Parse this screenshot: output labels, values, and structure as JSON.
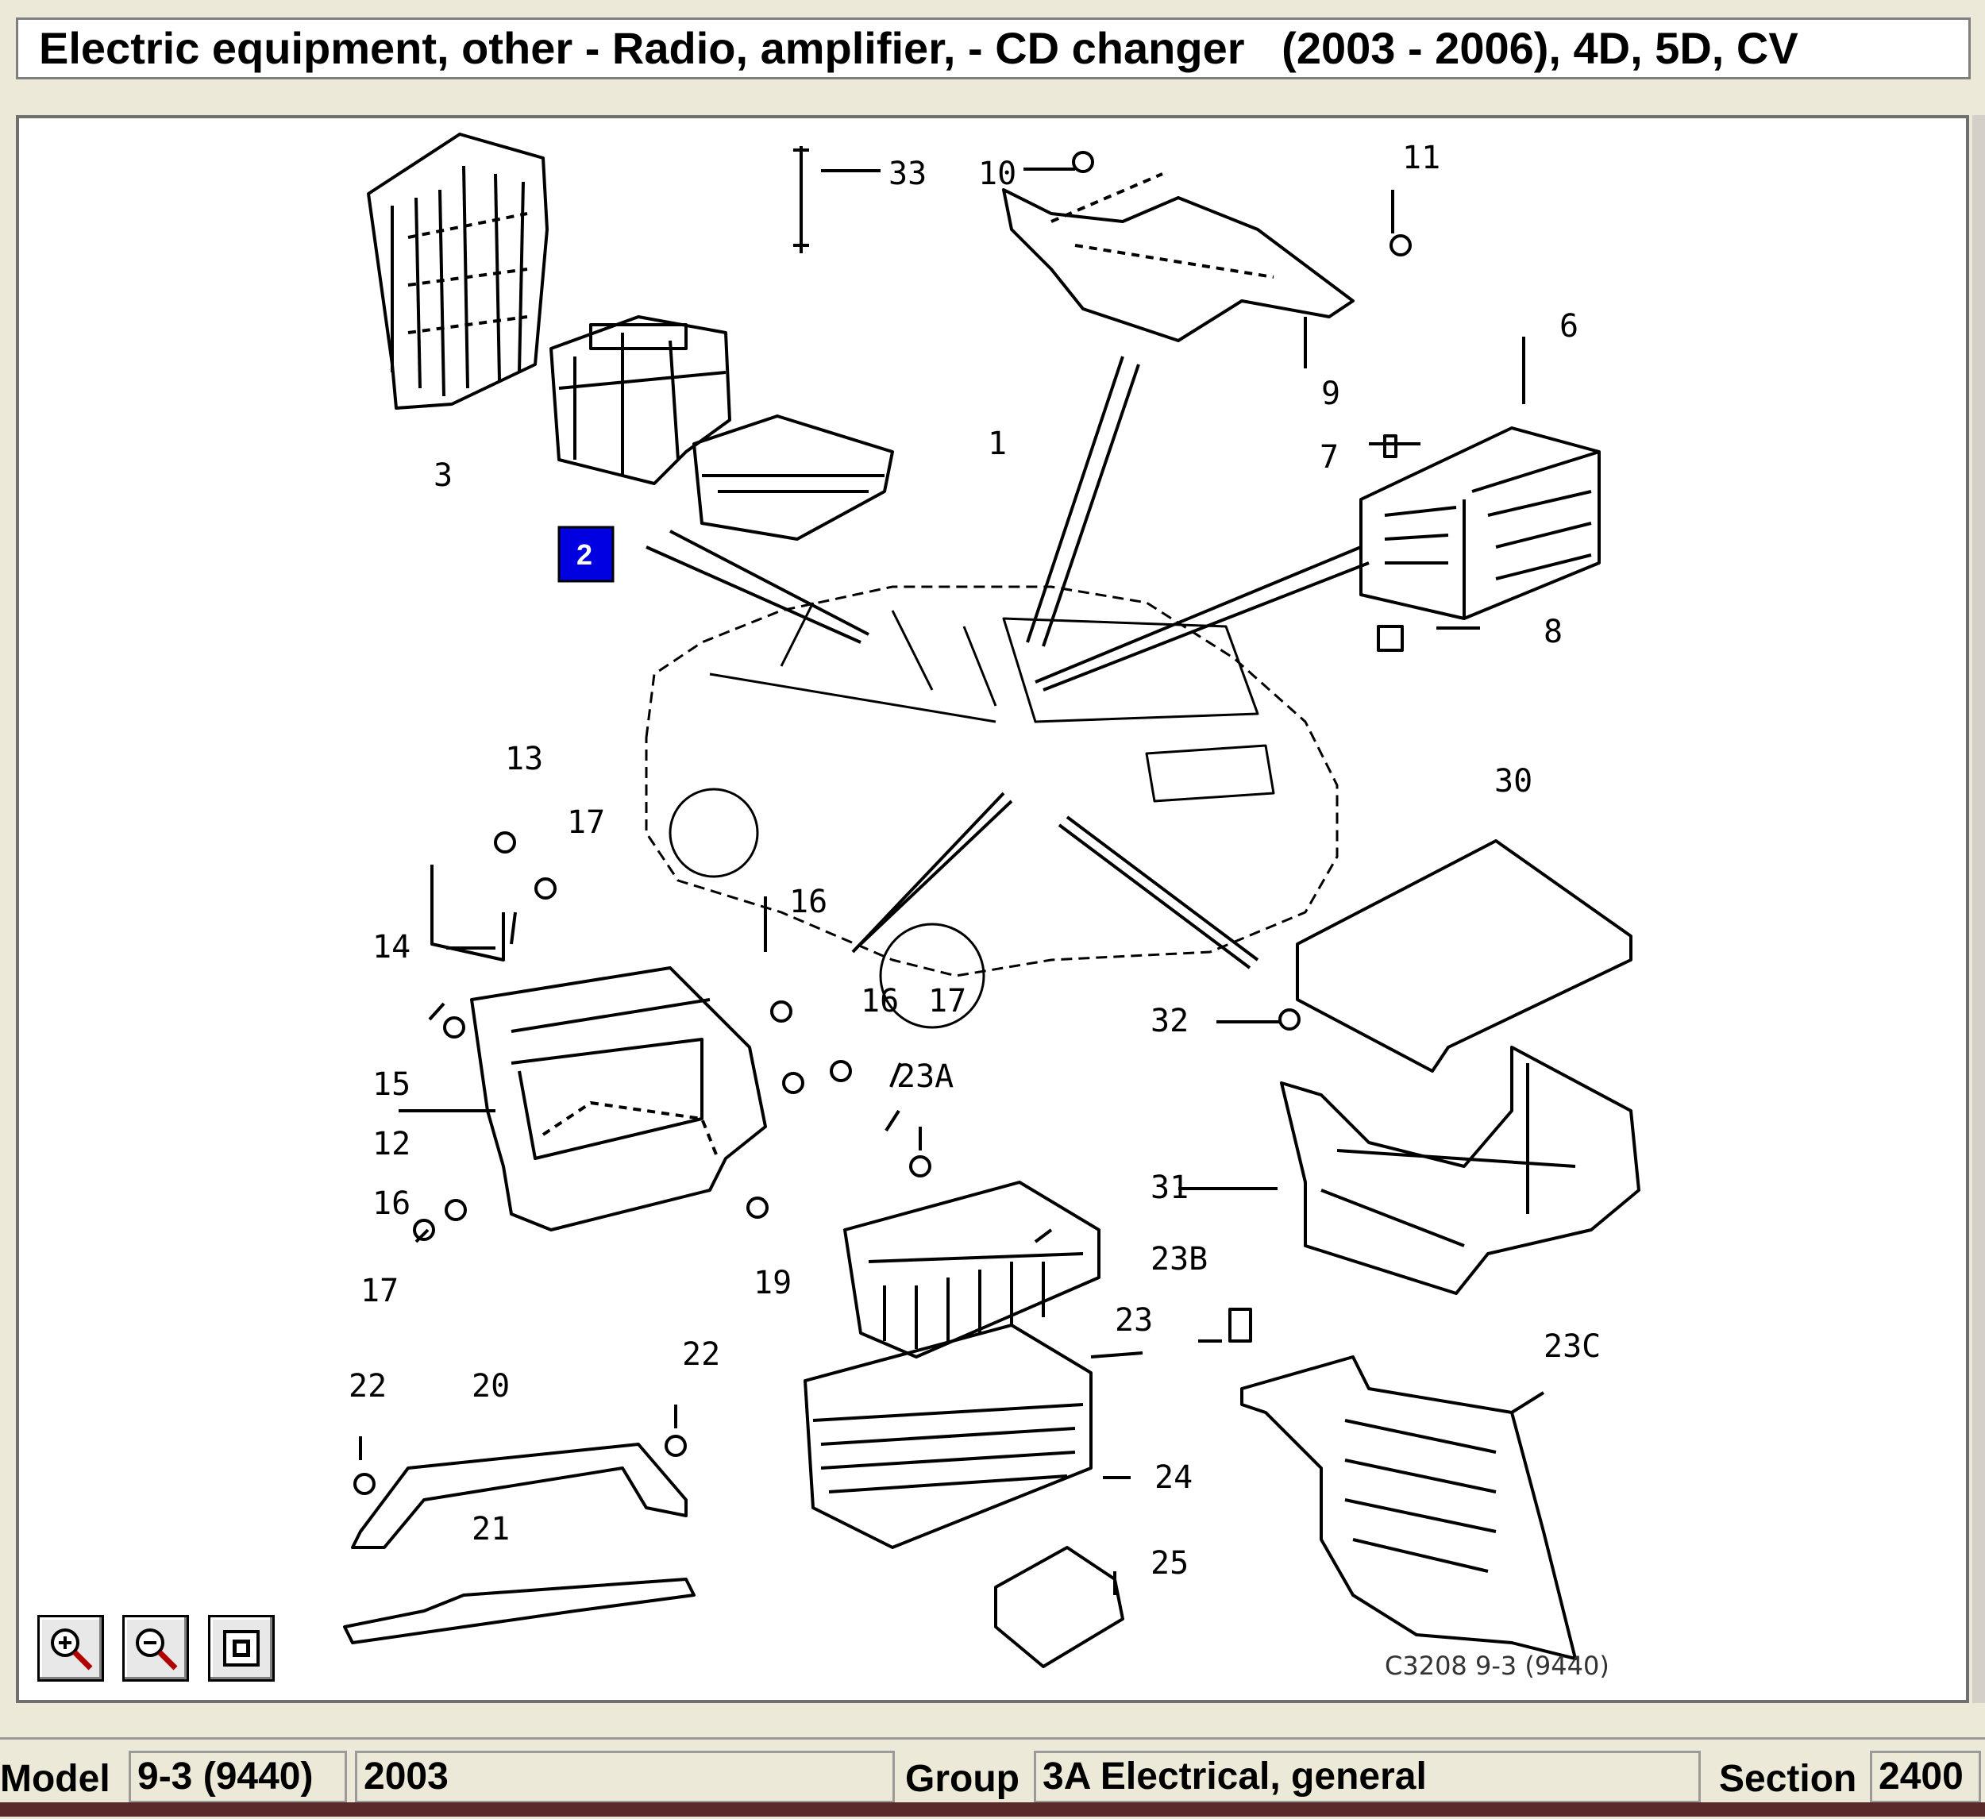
{
  "window": {
    "title": "Electric equipment, other - Radio, amplifier, - CD changer   (2003 - 2006), 4D, 5D, CV"
  },
  "diagram": {
    "reference": "C3208 9-3 (9440)",
    "highlighted_item": "2",
    "callouts": [
      "1",
      "3",
      "6",
      "7",
      "8",
      "9",
      "10",
      "11",
      "12",
      "13",
      "14",
      "15",
      "16",
      "16",
      "16",
      "17",
      "17",
      "17",
      "19",
      "20",
      "21",
      "22",
      "22",
      "23",
      "23A",
      "23B",
      "23C",
      "24",
      "25",
      "30",
      "31",
      "32",
      "33"
    ]
  },
  "toolbar": {
    "zoom_in_icon": "zoom-in-icon",
    "zoom_out_icon": "zoom-out-icon",
    "fit_icon": "fit-to-window-icon"
  },
  "status": {
    "model_label": "Model",
    "model_value": "9-3 (9440)",
    "year_value": "2003",
    "group_label": "Group",
    "group_value": "3A Electrical, general",
    "section_label": "Section",
    "section_value": "2400"
  }
}
